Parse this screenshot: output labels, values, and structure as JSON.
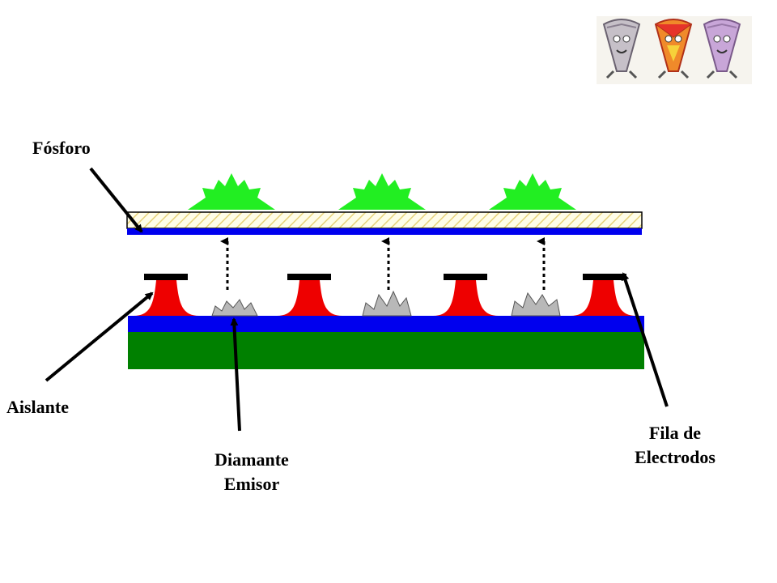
{
  "labels": {
    "fosforo": "Fósforo",
    "aislante": "Aislante",
    "diamante_line1": "Diamante",
    "diamante_line2": "Emisor",
    "fila_line1": "Fila de",
    "fila_line2": "Electrodos"
  },
  "colors": {
    "phosphor_glow": "#22ee22",
    "phosphor_hatch": "#f0e68c",
    "electrode_blue": "#0000ee",
    "substrate_green": "#008000",
    "insulator_red": "#ee0000",
    "gate_black": "#000000",
    "diamond_gray": "#b8b8b8"
  },
  "icons": {
    "logo": "three-cartoon-diamond-characters-logo"
  }
}
